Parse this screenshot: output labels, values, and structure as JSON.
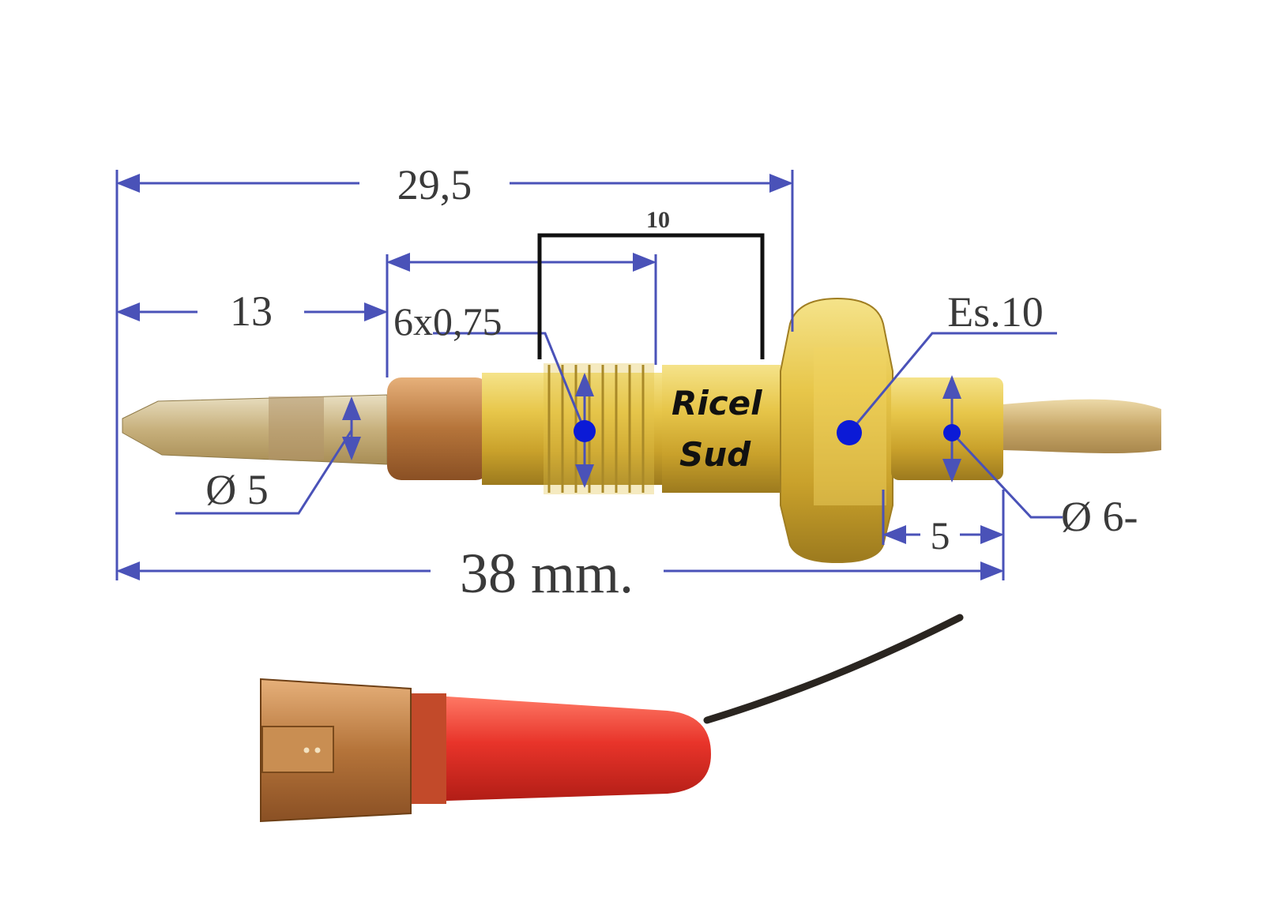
{
  "dimensions": {
    "overall_length": "38 mm.",
    "length_to_shoulder": "29,5",
    "tip_length": "13",
    "thread_spec": "6x0,75",
    "bracket_width": "10",
    "hex_size": "Es.10",
    "tip_diameter": "Ø 5",
    "shank_diameter": "Ø 6-",
    "rear_length": "5"
  },
  "brand": {
    "line1": "Ricel",
    "line2": "Sud"
  },
  "colors": {
    "dimension_line": "#4a52b8",
    "marker_dot": "#0b1ad6",
    "brass": "#d9b93a",
    "terminal_sleeve": "#e8342a",
    "terminal_copper": "#a66a2e"
  },
  "icons": {
    "thermocouple": "thermocouple-probe-icon",
    "connector": "spade-connector-icon"
  }
}
